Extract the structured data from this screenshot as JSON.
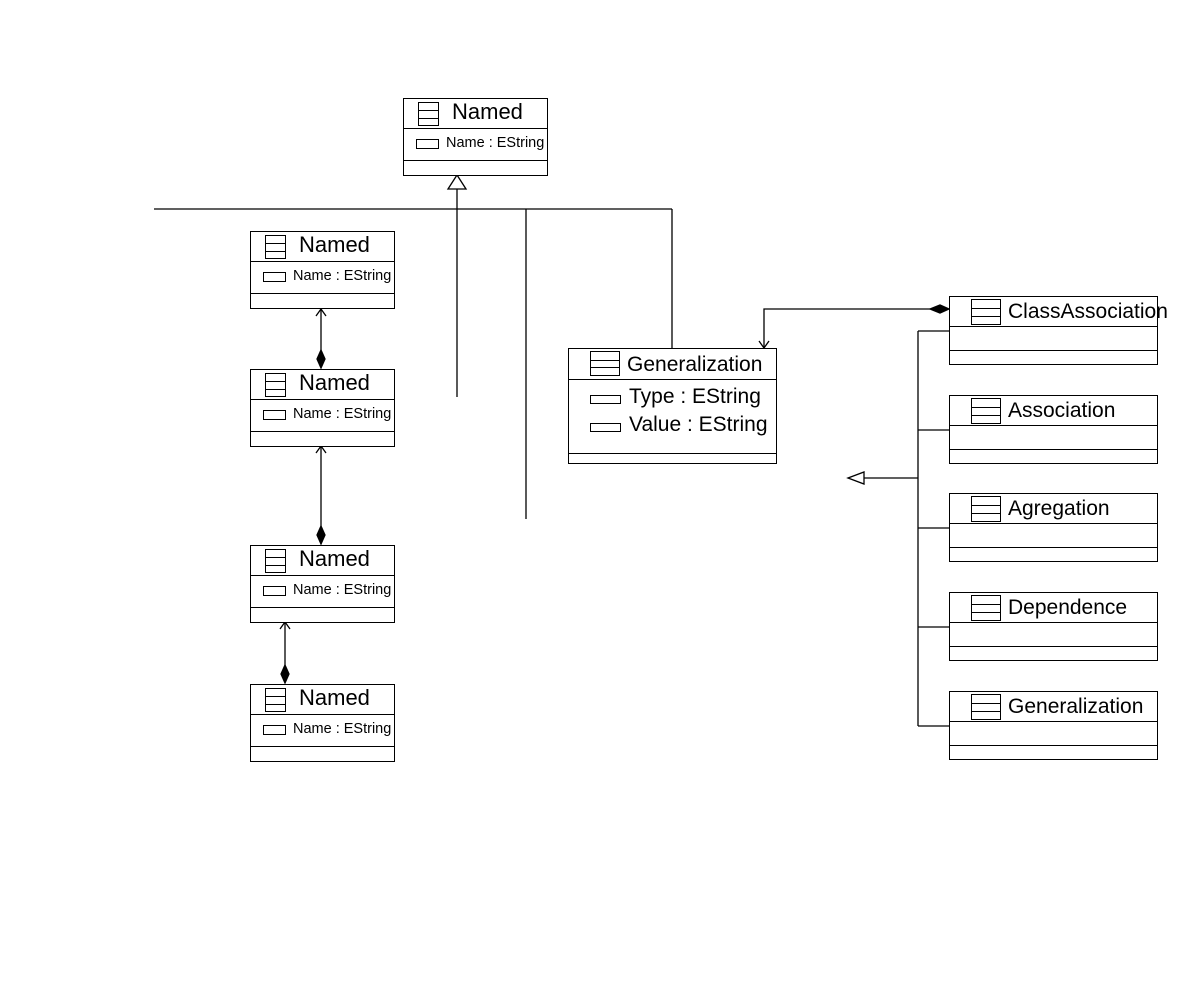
{
  "classes": {
    "named_top": {
      "name": "Named",
      "attrs": [
        "Name : EString"
      ]
    },
    "named_1": {
      "name": "Named",
      "attrs": [
        "Name : EString"
      ]
    },
    "named_2": {
      "name": "Named",
      "attrs": [
        "Name : EString"
      ]
    },
    "named_3": {
      "name": "Named",
      "attrs": [
        "Name : EString"
      ]
    },
    "named_4": {
      "name": "Named",
      "attrs": [
        "Name : EString"
      ]
    },
    "generalization_mid": {
      "name": "Generalization",
      "attrs": [
        "Type : EString",
        "Value : EString"
      ]
    },
    "class_association": {
      "name": "ClassAssociation",
      "attrs": []
    },
    "association": {
      "name": "Association",
      "attrs": []
    },
    "agregation": {
      "name": "Agregation",
      "attrs": []
    },
    "dependence": {
      "name": "Dependence",
      "attrs": []
    },
    "generalization_right": {
      "name": "Generalization",
      "attrs": []
    }
  }
}
